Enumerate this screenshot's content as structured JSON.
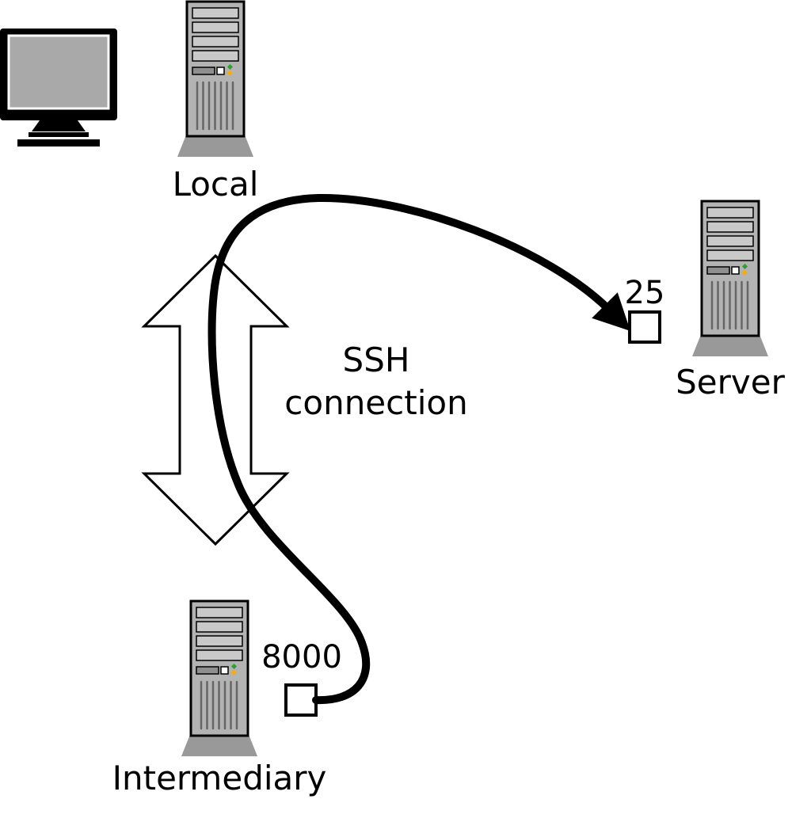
{
  "diagram": {
    "nodes": {
      "workstation": {
        "icon": "monitor-icon"
      },
      "local": {
        "label": "Local",
        "icon": "tower-icon"
      },
      "server": {
        "label": "Server",
        "icon": "tower-icon",
        "port_label": "25"
      },
      "intermediary": {
        "label": "Intermediary",
        "icon": "tower-icon",
        "port_label": "8000"
      }
    },
    "ssh_connection": {
      "line1": "SSH",
      "line2": "connection"
    },
    "colors": {
      "outline": "#000000",
      "tower_body": "#b3b3b3",
      "tower_bay": "#c9c9c9",
      "tower_base": "#999999",
      "monitor_screen": "#a9a9a9",
      "led_green": "#2fa02f",
      "led_amber": "#ffaa00",
      "arrow_fill": "#ffffff",
      "cable": "#000000",
      "port_box_fill": "#ffffff"
    }
  }
}
